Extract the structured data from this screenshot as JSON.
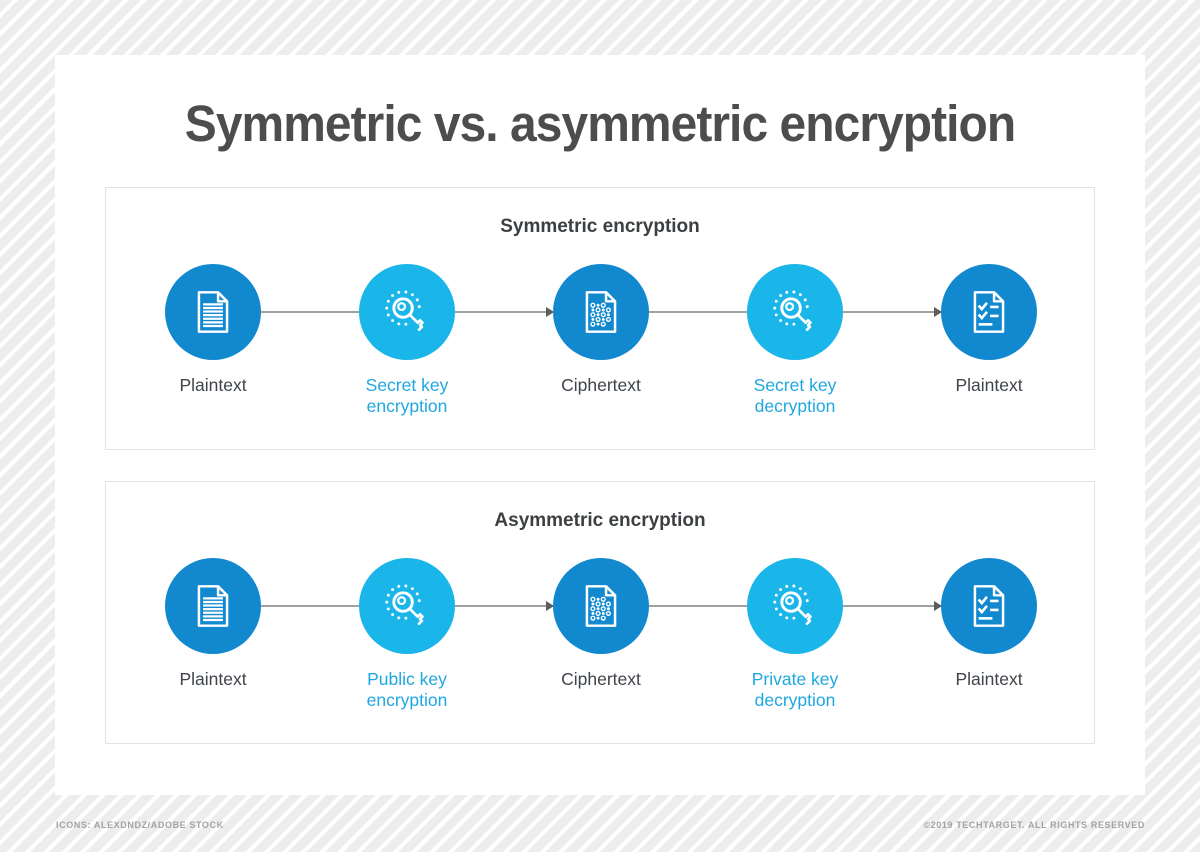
{
  "page": {
    "title": "Symmetric vs. asymmetric encryption",
    "footer_left": "ICONS: ALEXDNDZ/ADOBE STOCK",
    "footer_right": "©2019 TECHTARGET. ALL RIGHTS RESERVED"
  },
  "colors": {
    "circle_dark_blue": "#1289cf",
    "circle_light_blue": "#1ab6ea",
    "label_blue": "#1fa7e1",
    "label_dark": "#3f444a",
    "title_gray": "#4c4d4f",
    "connector_gray": "#a0a0a0",
    "stripe_gray": "#ededed"
  },
  "icons": {
    "document-lines-icon": "white outlined document with text lines",
    "key-icon": "white outlined key with dotted halo",
    "document-binary-icon": "white outlined document with binary dots",
    "document-check-icon": "white outlined document with checkmarks"
  },
  "panels": [
    {
      "title": "Symmetric encryption",
      "steps": [
        {
          "label": "Plaintext",
          "icon": "document-lines-icon",
          "circle": "dark"
        },
        {
          "label": "Secret key encryption",
          "icon": "key-icon",
          "circle": "light"
        },
        {
          "label": "Ciphertext",
          "icon": "document-binary-icon",
          "circle": "dark"
        },
        {
          "label": "Secret key decryption",
          "icon": "key-icon",
          "circle": "light"
        },
        {
          "label": "Plaintext",
          "icon": "document-check-icon",
          "circle": "dark"
        }
      ]
    },
    {
      "title": "Asymmetric encryption",
      "steps": [
        {
          "label": "Plaintext",
          "icon": "document-lines-icon",
          "circle": "dark"
        },
        {
          "label": "Public key encryption",
          "icon": "key-icon",
          "circle": "light"
        },
        {
          "label": "Ciphertext",
          "icon": "document-binary-icon",
          "circle": "dark"
        },
        {
          "label": "Private key decryption",
          "icon": "key-icon",
          "circle": "light"
        },
        {
          "label": "Plaintext",
          "icon": "document-check-icon",
          "circle": "dark"
        }
      ]
    }
  ]
}
